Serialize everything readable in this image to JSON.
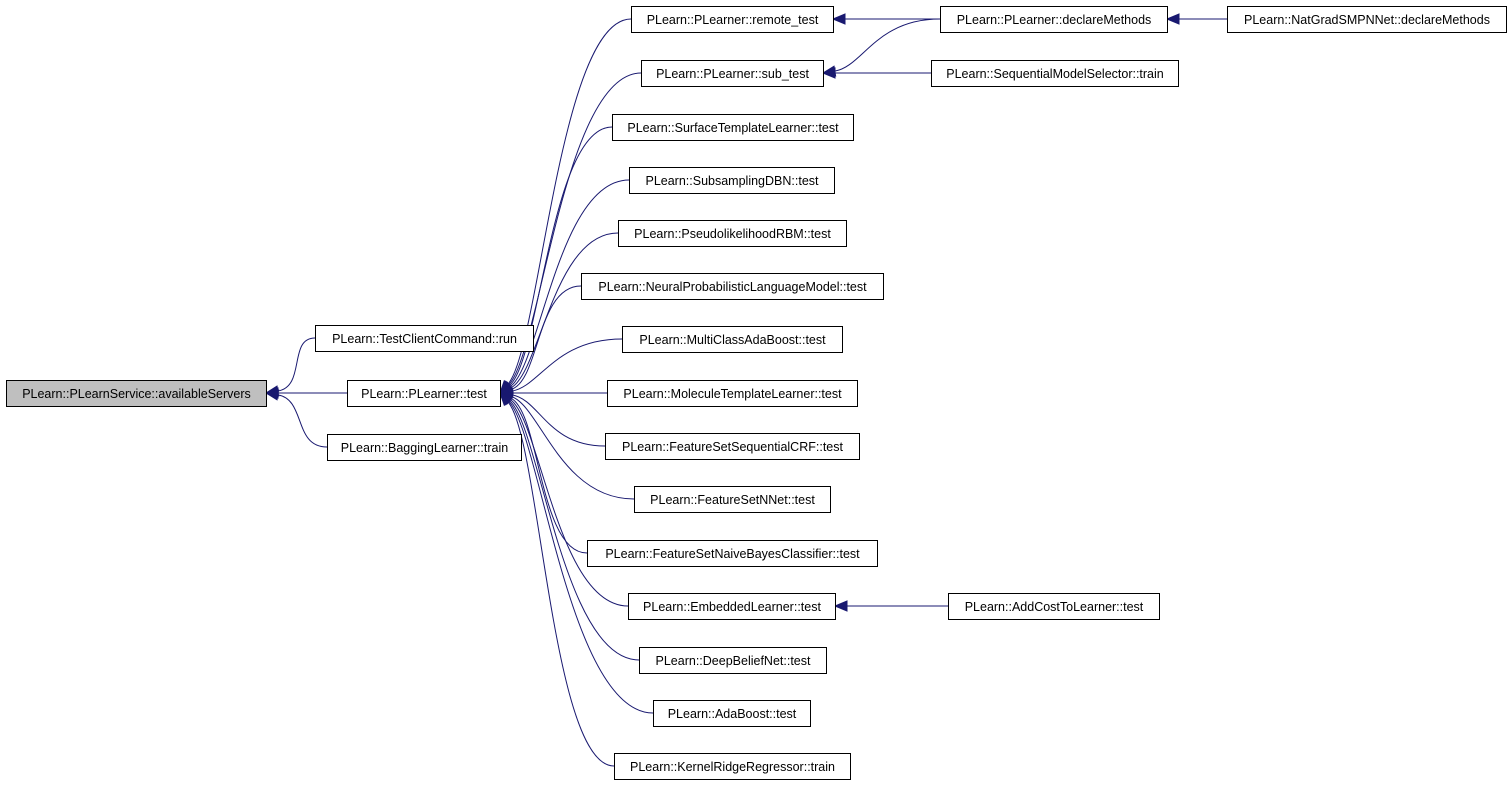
{
  "nodes": [
    {
      "id": "root",
      "label": "PLearn::PLearnService::availableServers",
      "root": true
    },
    {
      "id": "tcc",
      "label": "PLearn::TestClientCommand::run"
    },
    {
      "id": "plt",
      "label": "PLearn::PLearner::test"
    },
    {
      "id": "bag",
      "label": "PLearn::BaggingLearner::train"
    },
    {
      "id": "rem",
      "label": "PLearn::PLearner::remote_test"
    },
    {
      "id": "sub",
      "label": "PLearn::PLearner::sub_test"
    },
    {
      "id": "stl",
      "label": "PLearn::SurfaceTemplateLearner::test"
    },
    {
      "id": "sdbn",
      "label": "PLearn::SubsamplingDBN::test"
    },
    {
      "id": "prbm",
      "label": "PLearn::PseudolikelihoodRBM::test"
    },
    {
      "id": "nplm",
      "label": "PLearn::NeuralProbabilisticLanguageModel::test"
    },
    {
      "id": "mcab",
      "label": "PLearn::MultiClassAdaBoost::test"
    },
    {
      "id": "mtl",
      "label": "PLearn::MoleculeTemplateLearner::test"
    },
    {
      "id": "fscrf",
      "label": "PLearn::FeatureSetSequentialCRF::test"
    },
    {
      "id": "fsnn",
      "label": "PLearn::FeatureSetNNet::test"
    },
    {
      "id": "fsnb",
      "label": "PLearn::FeatureSetNaiveBayesClassifier::test"
    },
    {
      "id": "eml",
      "label": "PLearn::EmbeddedLearner::test"
    },
    {
      "id": "dbn",
      "label": "PLearn::DeepBeliefNet::test"
    },
    {
      "id": "ada",
      "label": "PLearn::AdaBoost::test"
    },
    {
      "id": "krr",
      "label": "PLearn::KernelRidgeRegressor::train"
    },
    {
      "id": "dm",
      "label": "PLearn::PLearner::declareMethods"
    },
    {
      "id": "sms",
      "label": "PLearn::SequentialModelSelector::train"
    },
    {
      "id": "actl",
      "label": "PLearn::AddCostToLearner::test"
    },
    {
      "id": "ngdm",
      "label": "PLearn::NatGradSMPNNet::declareMethods"
    }
  ],
  "edges": [
    {
      "from": "tcc",
      "to": "root"
    },
    {
      "from": "plt",
      "to": "root"
    },
    {
      "from": "bag",
      "to": "root"
    },
    {
      "from": "rem",
      "to": "plt"
    },
    {
      "from": "sub",
      "to": "plt"
    },
    {
      "from": "stl",
      "to": "plt"
    },
    {
      "from": "sdbn",
      "to": "plt"
    },
    {
      "from": "prbm",
      "to": "plt"
    },
    {
      "from": "nplm",
      "to": "plt"
    },
    {
      "from": "mcab",
      "to": "plt"
    },
    {
      "from": "mtl",
      "to": "plt"
    },
    {
      "from": "fscrf",
      "to": "plt"
    },
    {
      "from": "fsnn",
      "to": "plt"
    },
    {
      "from": "fsnb",
      "to": "plt"
    },
    {
      "from": "eml",
      "to": "plt"
    },
    {
      "from": "dbn",
      "to": "plt"
    },
    {
      "from": "ada",
      "to": "plt"
    },
    {
      "from": "krr",
      "to": "plt"
    },
    {
      "from": "dm",
      "to": "rem"
    },
    {
      "from": "dm",
      "to": "sub"
    },
    {
      "from": "sms",
      "to": "sub"
    },
    {
      "from": "actl",
      "to": "eml"
    },
    {
      "from": "ngdm",
      "to": "dm"
    }
  ]
}
